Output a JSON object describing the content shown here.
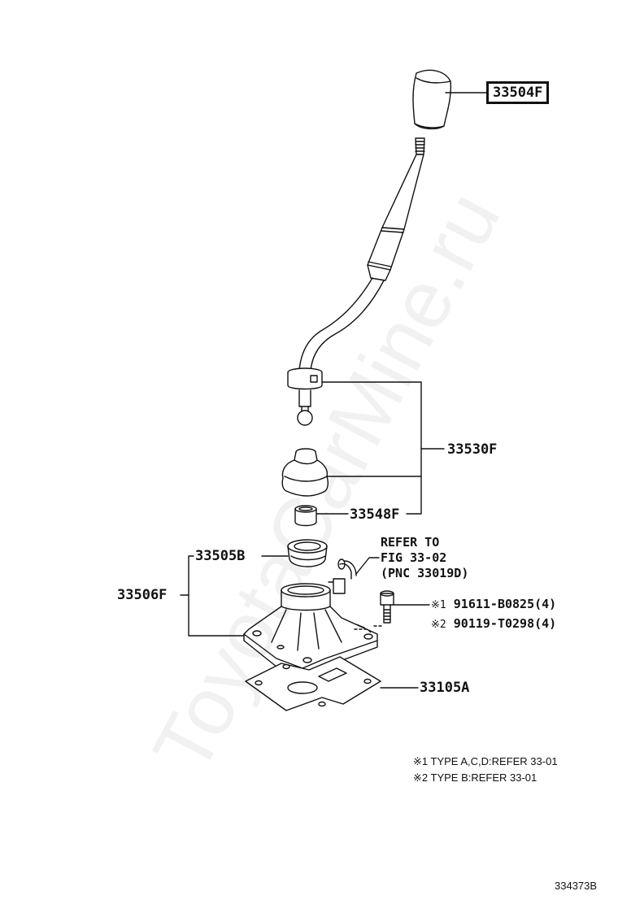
{
  "watermark": "ToyotaCarMine.ru",
  "labels": {
    "knob": "33504F",
    "lever_assy": "33530F",
    "bushing": "33548F",
    "seat": "33505B",
    "retainer": "33506F",
    "gasket": "33105A"
  },
  "refer": {
    "line1": "REFER TO",
    "line2": "FIG 33-02",
    "line3": "(PNC 33019D)"
  },
  "bolts": [
    {
      "mark": "※1",
      "part": "91611-B0825(4)"
    },
    {
      "mark": "※2",
      "part": "90119-T0298(4)"
    }
  ],
  "notes": [
    "※1 TYPE A,C,D:REFER 33-01",
    "※2 TYPE B:REFER 33-01"
  ],
  "figure_id": "334373B"
}
